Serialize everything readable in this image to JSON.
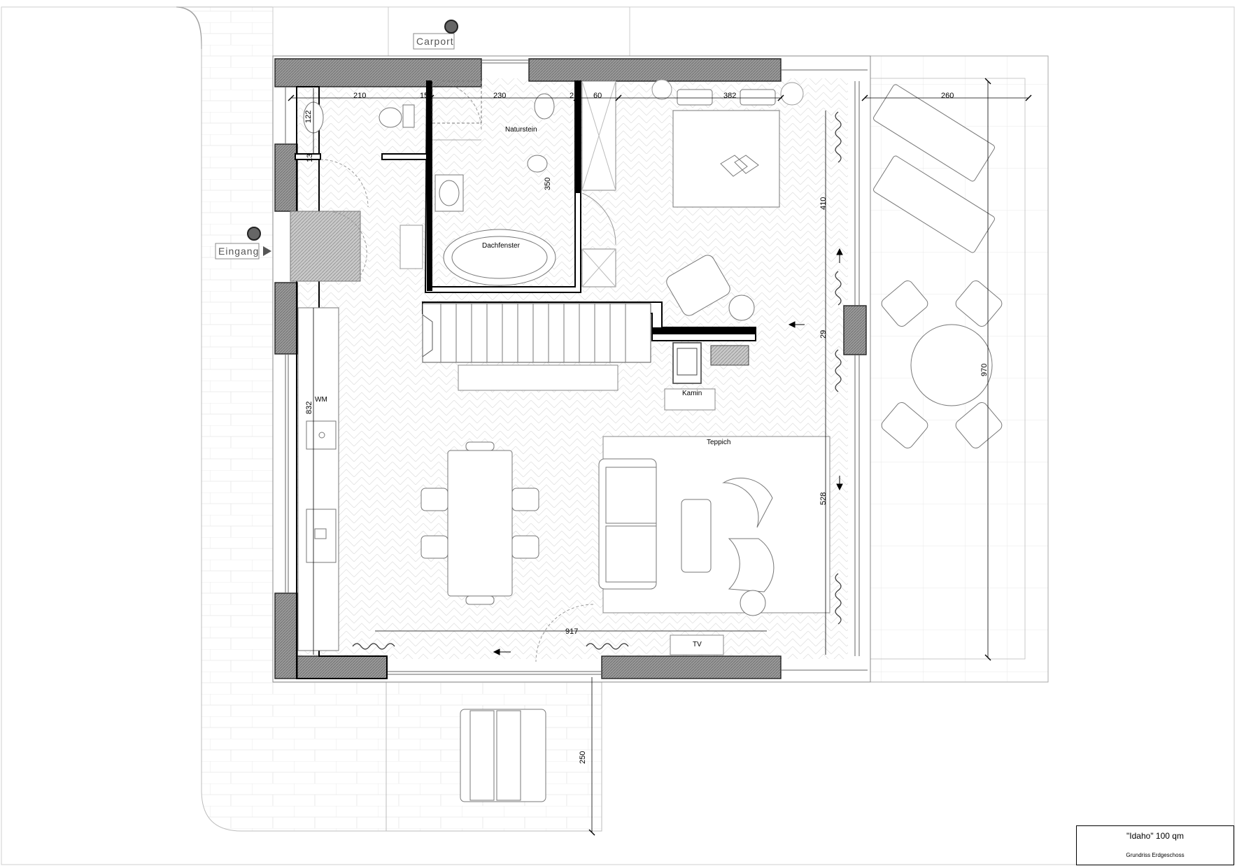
{
  "titleblock": {
    "title": "\"Idaho\" 100 qm",
    "subtitle": "Grundriss Erdgeschoss"
  },
  "tags": {
    "carport": "Carport",
    "entrance": "Eingang"
  },
  "rooms": {
    "bath_material": "Naturstein",
    "skylight": "Dachfenster",
    "washer": "WM",
    "fireplace": "Kamin",
    "rug": "Teppich",
    "tv": "TV"
  },
  "dimensions": {
    "d210": "210",
    "d230": "230",
    "d21": "21",
    "d60": "60",
    "d382": "382",
    "d260": "260",
    "d15": "15",
    "d122": "122",
    "d13": "13",
    "d350": "350",
    "d410": "410",
    "d29": "29",
    "d970": "970",
    "d832": "832",
    "d528": "528",
    "d917": "917",
    "d250": "250"
  }
}
